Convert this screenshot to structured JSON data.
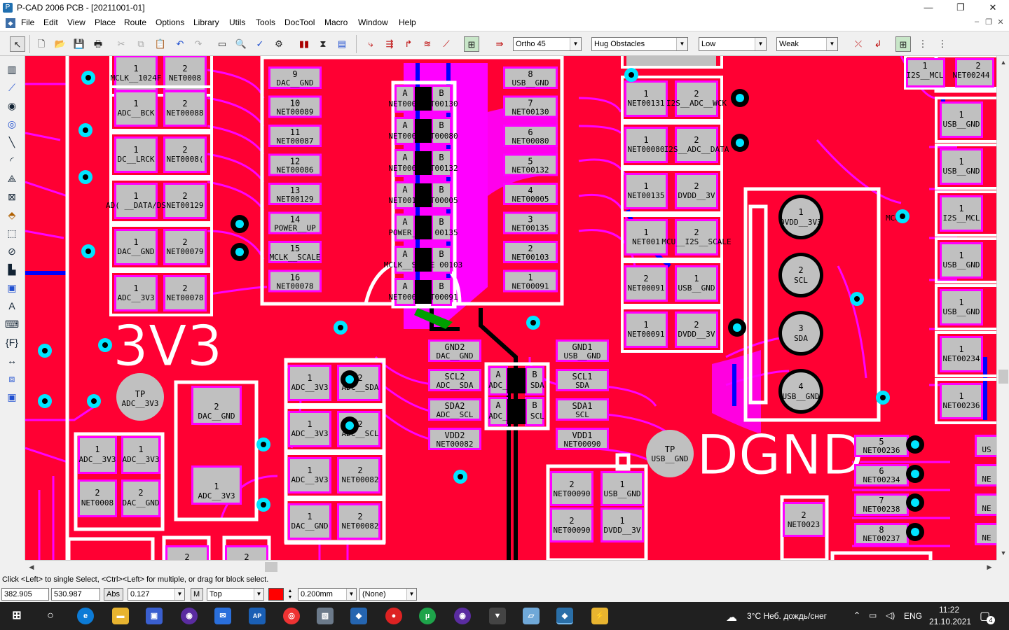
{
  "window": {
    "title": "P-CAD 2006 PCB - [20211001-01]",
    "min_glyph": "—",
    "max_glyph": "❐",
    "close_glyph": "✕"
  },
  "menu": {
    "items": [
      "File",
      "Edit",
      "View",
      "Place",
      "Route",
      "Options",
      "Library",
      "Utils",
      "Tools",
      "DocTool",
      "Macro",
      "Window",
      "Help"
    ],
    "mdi_buttons": [
      "–",
      "❐",
      "✕"
    ]
  },
  "toolbar": {
    "ortho_mode": "Ortho 45",
    "obstacle_mode": "Hug Obstacles",
    "optimize_level": "Low",
    "strength": "Weak"
  },
  "pcb": {
    "left_col1": [
      {
        "pin1": "1",
        "pin2": "2",
        "net1": "MCLK__1024F",
        "net2": "NET0008"
      },
      {
        "pin1": "1",
        "pin2": "2",
        "net1": "ADC__BCK",
        "net2": "NET00088"
      },
      {
        "pin1": "1",
        "pin2": "2",
        "net1": "DC__LRCK",
        "net2": "NET0008("
      },
      {
        "pin1": "1",
        "pin2": "2",
        "net1": "AD( __DATA/DS",
        "net2": "NET00129"
      },
      {
        "pin1": "1",
        "pin2": "2",
        "net1": "DAC__GND",
        "net2": "NET00079"
      },
      {
        "pin1": "1",
        "pin2": "2",
        "net1": "ADC__3V3",
        "net2": "NET00078"
      }
    ],
    "ic_left": [
      {
        "pin": "9",
        "net": "DAC__GND"
      },
      {
        "pin": "10",
        "net": "NET00089"
      },
      {
        "pin": "11",
        "net": "NET00087"
      },
      {
        "pin": "12",
        "net": "NET00086"
      },
      {
        "pin": "13",
        "net": "NET00129"
      },
      {
        "pin": "14",
        "net": "POWER__UP"
      },
      {
        "pin": "15",
        "net": "MCLK__SCALE"
      },
      {
        "pin": "16",
        "net": "NET00078"
      }
    ],
    "ic_right": [
      {
        "pin": "8",
        "net": "USB__GND"
      },
      {
        "pin": "7",
        "net": "NET00130"
      },
      {
        "pin": "6",
        "net": "NET00080"
      },
      {
        "pin": "5",
        "net": "NET00132"
      },
      {
        "pin": "4",
        "net": "NET00005"
      },
      {
        "pin": "3",
        "net": "NET00135"
      },
      {
        "pin": "2",
        "net": "NET00103"
      },
      {
        "pin": "1",
        "net": "NET00091"
      }
    ],
    "ab_rows": [
      {
        "a": "A",
        "b": "B",
        "net": "NET00089 T00130"
      },
      {
        "a": "A",
        "b": "B",
        "net": "NET00087 T00080"
      },
      {
        "a": "A",
        "b": "B",
        "net": "NET00086 T00132"
      },
      {
        "a": "A",
        "b": "B",
        "net": "NET00129 T00005"
      },
      {
        "a": "A",
        "b": "B",
        "net": "POWER__UP 00135"
      },
      {
        "a": "A",
        "b": "B",
        "net": "MCLK__SCALE 00103"
      },
      {
        "a": "A",
        "b": "B",
        "net": "NET00078 T00091"
      }
    ],
    "right_pairs": [
      {
        "pin1": "1",
        "pin2": "2",
        "net1": "NET00131",
        "net2": "I2S__ADC__WCK"
      },
      {
        "pin1": "1",
        "pin2": "2",
        "net1": "NET00080",
        "net2": "I2S__ADC__DATA"
      },
      {
        "pin1": "1",
        "pin2": "2",
        "net1": "NET00135",
        "net2": "DVDD__3V"
      },
      {
        "pin1": "1",
        "pin2": "2",
        "net1": "NET001",
        "net2": "MCU__I2S__SCALE"
      },
      {
        "pin1": "2",
        "pin2": "1",
        "net1": "NET00091",
        "net2": "USB__GND"
      },
      {
        "pin1": "1",
        "pin2": "2",
        "net1": "NET00091",
        "net2": "DVDD__3V"
      }
    ],
    "connector": [
      {
        "pin": "1",
        "net": "DVDD__3V3"
      },
      {
        "pin": "2",
        "net": "SCL"
      },
      {
        "pin": "3",
        "net": "SDA"
      },
      {
        "pin": "4",
        "net": "USB__GND"
      }
    ],
    "far_right": [
      {
        "pin": "1",
        "net": "USB__GND"
      },
      {
        "pin": "1",
        "net": "USB__GND"
      },
      {
        "pin": "1",
        "net": "I2S__MCL"
      },
      {
        "pin": "1",
        "net": "USB__GND"
      },
      {
        "pin": "1",
        "net": "USB__GND"
      },
      {
        "pin": "1",
        "net": "NET00234"
      },
      {
        "pin": "1",
        "net": "NET00236"
      }
    ],
    "top_right_pair": {
      "pin1": "1",
      "pin2": "2",
      "net1": "I2S__MCL",
      "net2": "NET00244"
    },
    "mcu_label": "MCU",
    "net_pins": [
      {
        "pin": "5",
        "net": "NET00236"
      },
      {
        "pin": "6",
        "net": "NET00234"
      },
      {
        "pin": "7",
        "net": "NET00238"
      },
      {
        "pin": "8",
        "net": "NET00237"
      }
    ],
    "center_labels": [
      {
        "pin": "GND2",
        "net": "DAC__GND"
      },
      {
        "pin": "SCL2",
        "net": "ADC__SDA"
      },
      {
        "pin": "SDA2",
        "net": "ADC__SCL"
      },
      {
        "pin": "VDD2",
        "net": "NET00082"
      }
    ],
    "center_right_labels": [
      {
        "pin": "GND1",
        "net": "USB__GND"
      },
      {
        "pin": "SCL1",
        "net": "SDA"
      },
      {
        "pin": "SDA1",
        "net": "SCL"
      },
      {
        "pin": "VDD1",
        "net": "NET00090"
      }
    ],
    "center_ab": [
      {
        "a": "A",
        "b": "B",
        "net": "ADC__SDA SDA"
      },
      {
        "a": "A",
        "b": "B",
        "net": "ADC__SCL SCL"
      }
    ],
    "mid_pairs": [
      {
        "pin1": "1",
        "pin2": "2",
        "net1": "ADC__3V3",
        "net2": "ADC__SDA"
      },
      {
        "pin1": "1",
        "pin2": "2",
        "net1": "ADC__3V3",
        "net2": "ADC__SCL"
      },
      {
        "pin1": "1",
        "pin2": "2",
        "net1": "ADC__3V3",
        "net2": "NET00082"
      },
      {
        "pin1": "1",
        "pin2": "2",
        "net1": "DAC__GND",
        "net2": "NET00082"
      }
    ],
    "low_left_pairs": [
      {
        "pin1": "1",
        "pin2": "1",
        "net1": "ADC__3V3",
        "net2": "ADC__3V3"
      },
      {
        "pin1": "2",
        "pin2": "2",
        "net1": "NET0008",
        "net2": "DAC__GND"
      }
    ],
    "tall_pad": {
      "pin_top": "2",
      "net_top": "DAC__GND",
      "pin_bottom": "1",
      "net_bottom": "ADC__3V3"
    },
    "bottom_pairs": [
      {
        "pin1": "2",
        "pin2": "1",
        "net1": "NET00090",
        "net2": "USB__GND"
      },
      {
        "pin1": "2",
        "pin2": "1",
        "net1": "NET00090",
        "net2": "DVDD__3V"
      }
    ],
    "net0023": {
      "pin": "2",
      "net": "NET0023"
    },
    "bottom_stubs": [
      "2",
      "2"
    ],
    "edge_nets": [
      "US",
      "NE",
      "NE",
      "NE"
    ],
    "tp_left": {
      "pin": "TP",
      "net": "ADC__3V3"
    },
    "tp_right": {
      "pin": "TP",
      "net": "USB__GND"
    },
    "big_label_3v3": "3V3",
    "big_label_dgnd": "DGND"
  },
  "status": {
    "hint": "Click <Left> to single Select, <Ctrl><Left> for multiple, or drag for block select.",
    "x": "382.905",
    "y": "530.987",
    "abs": "Abs",
    "grid": "0.127",
    "m": "M",
    "layer": "Top",
    "width": "0.200mm",
    "style": "(None)"
  },
  "taskbar": {
    "weather": "3°C  Неб. дождь/снег",
    "lang": "ENG",
    "time": "11:22",
    "date": "21.10.2021",
    "notif_count": "4"
  },
  "colors": {
    "board": "#ff0033",
    "silk": "#ffffff",
    "pad": "#c0c0c0",
    "mask": "#ff00ff",
    "via": "#00e5ff",
    "bottom_trace": "#0000ff"
  }
}
